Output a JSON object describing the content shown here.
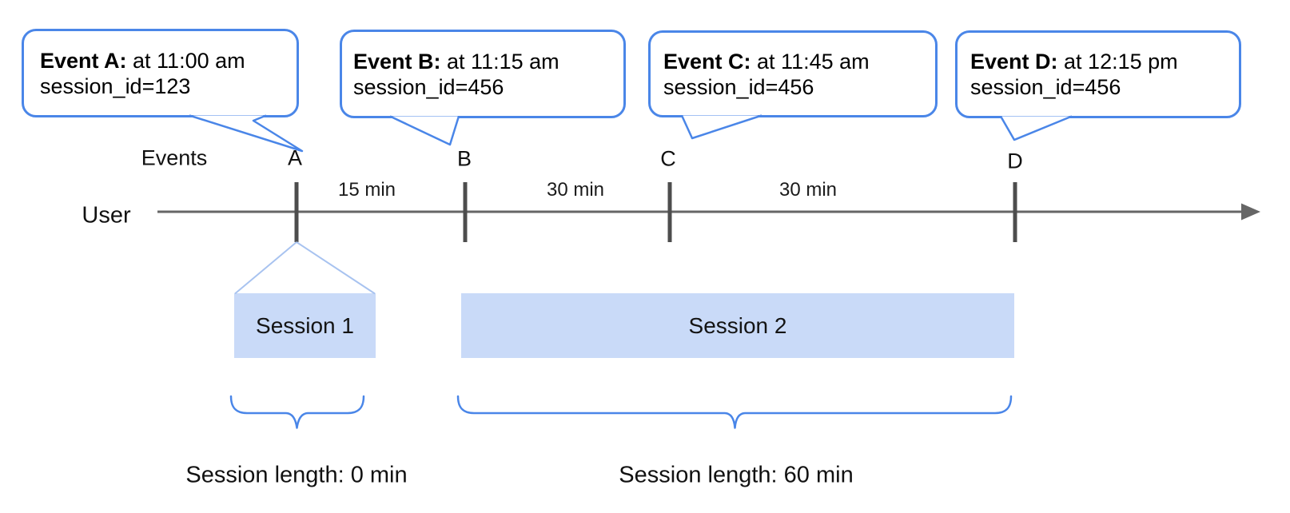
{
  "diagram": {
    "title_semantic": "event-sessionization-timeline",
    "events_label": "Events",
    "user_label": "User",
    "events": [
      {
        "letter": "A",
        "bubble_title": "Event A:",
        "bubble_time": " at 11:00 am",
        "bubble_session": "session_id=123"
      },
      {
        "letter": "B",
        "bubble_title": "Event B:",
        "bubble_time": " at 11:15 am",
        "bubble_session": "session_id=456"
      },
      {
        "letter": "C",
        "bubble_title": "Event C:",
        "bubble_time": " at 11:45 am",
        "bubble_session": "session_id=456"
      },
      {
        "letter": "D",
        "bubble_title": "Event D:",
        "bubble_time": " at 12:15 pm",
        "bubble_session": "session_id=456"
      }
    ],
    "intervals": [
      {
        "label": "15 min"
      },
      {
        "label": "30 min"
      },
      {
        "label": "30 min"
      }
    ],
    "sessions": [
      {
        "name": "Session 1",
        "length_label": "Session length: 0 min"
      },
      {
        "name": "Session 2",
        "length_label": "Session length: 60 min"
      }
    ],
    "colors": {
      "callout_border_blue": "#4a86e8",
      "session_fill_light_blue": "#c9daf8",
      "funnel_light_blue": "#a8c3f0",
      "timeline_gray": "#666666",
      "tick_dark_gray": "#4d4d4d",
      "text_black": "#000000"
    }
  }
}
